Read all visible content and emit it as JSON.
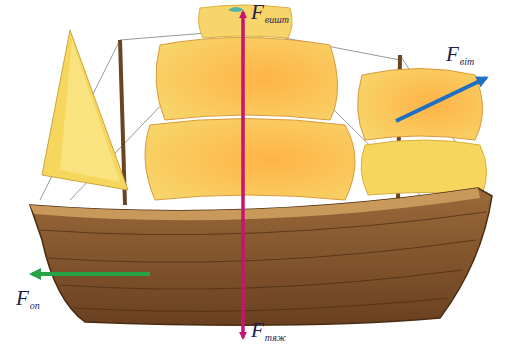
{
  "diagram": {
    "labels": [
      "F",
      "вишт",
      "F",
      "віт",
      "F",
      "оп",
      "F",
      "тяж"
    ]
  }
}
